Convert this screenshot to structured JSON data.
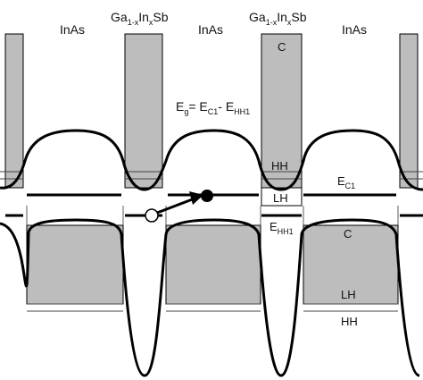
{
  "colors": {
    "shade": "#bdbdbd",
    "line": "#000000",
    "background": "#ffffff"
  },
  "labels": {
    "inas_left": "InAs",
    "inas_middle": "InAs",
    "inas_right": "InAs",
    "gainsb_left": {
      "base": "Ga",
      "sub1": "1-x",
      "mid": "In",
      "sub2": "x",
      "end": "Sb"
    },
    "gainsb_right": {
      "base": "Ga",
      "sub1": "1-x",
      "mid": "In",
      "sub2": "x",
      "end": "Sb"
    },
    "eg_equation": {
      "e": "E",
      "g": "g",
      "eq": "= E",
      "c1": "C1",
      "minus": "- E",
      "hh1": "HH1"
    },
    "c_top": "C",
    "hh_upper": "HH",
    "lh_upper": "LH",
    "ec1": {
      "e": "E",
      "sub": "C1"
    },
    "ehh1": {
      "e": "E",
      "sub": "HH1"
    },
    "c_lower": "C",
    "lh_lower": "LH",
    "hh_lower": "HH"
  },
  "markers": {
    "electron": "filled-circle",
    "hole": "open-circle",
    "transition": "arrow"
  }
}
